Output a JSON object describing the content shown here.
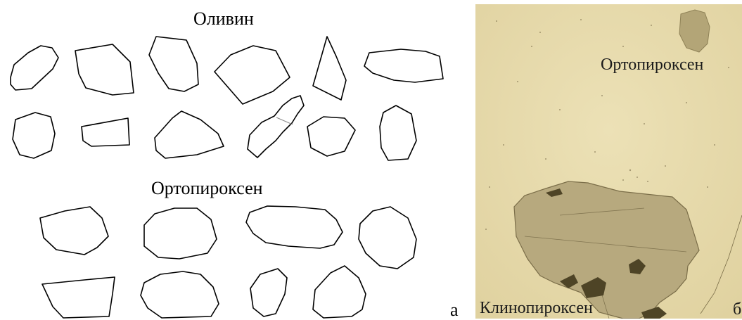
{
  "panel_a": {
    "label": "а",
    "olivine_title": "Оливин",
    "orthopyroxene_title": "Ортопироксен"
  },
  "panel_b": {
    "label": "б",
    "orthopyroxene_label": "Ортопироксен",
    "clinopyroxene_label": "Клинопироксен"
  }
}
